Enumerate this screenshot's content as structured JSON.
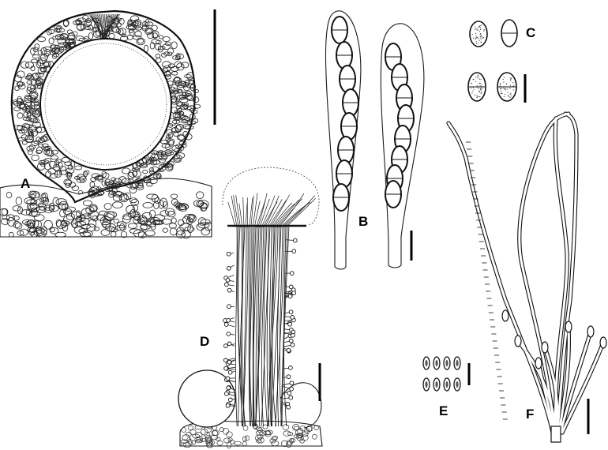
{
  "plate": {
    "panel_labels": [
      "A",
      "B",
      "C",
      "D",
      "E",
      "F"
    ],
    "panels": [
      {
        "label": "A",
        "subject": "ascoma-section"
      },
      {
        "label": "B",
        "subject": "asci"
      },
      {
        "label": "C",
        "subject": "ascospores"
      },
      {
        "label": "D",
        "subject": "synnema-asexual-morph"
      },
      {
        "label": "E",
        "subject": "conidia"
      },
      {
        "label": "F",
        "subject": "conidiophore"
      }
    ]
  }
}
